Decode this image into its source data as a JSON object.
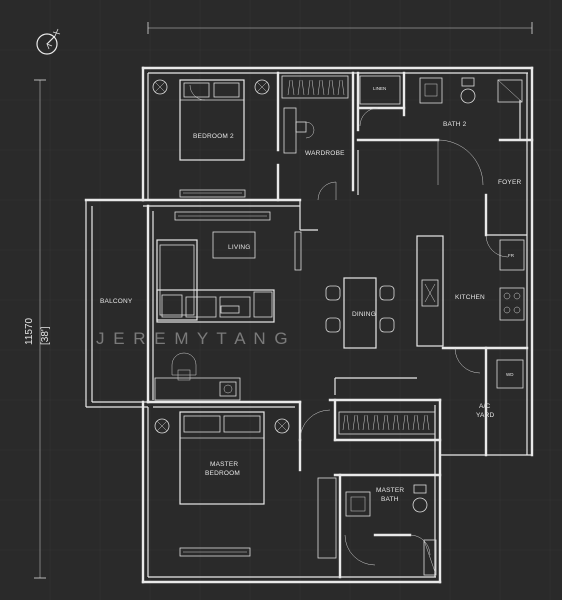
{
  "watermark": "J E R E M Y   T A N G",
  "dimension": {
    "value": "11570",
    "imperial": "[38']"
  },
  "rooms": {
    "bedroom2": "BEDROOM 2",
    "wardrobe": "WARDROBE",
    "linen": "LINEN",
    "bath2": "BATH 2",
    "foyer": "FOYER",
    "living": "LIVING",
    "balcony": "BALCONY",
    "dining": "DINING",
    "kitchen": "KITCHEN",
    "fr": "FR",
    "wd": "WD",
    "ac_yard_line1": "A/C",
    "ac_yard_line2": "YARD",
    "master_bedroom_line1": "MASTER",
    "master_bedroom_line2": "BEDROOM",
    "master_bath_line1": "MASTER",
    "master_bath_line2": "BATH"
  },
  "icons": {
    "north": "compass-north-icon"
  }
}
